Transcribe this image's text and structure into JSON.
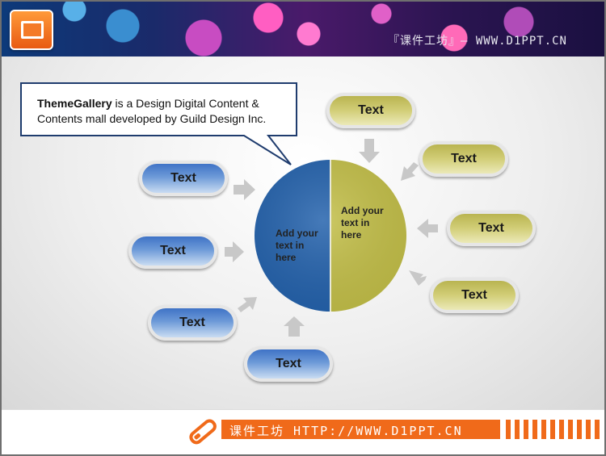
{
  "header": {
    "title": "『课件工坊』— WWW.D1PPT.CN"
  },
  "callout": {
    "brand": "ThemeGallery",
    "text": " is a Design Digital Content & Contents mall developed by Guild Design Inc."
  },
  "pie": {
    "left_label": "Add your text in here",
    "right_label": "Add your text in here",
    "colors": {
      "left": "#2563ad",
      "right": "#c4c04a"
    }
  },
  "left_items": [
    {
      "label": "Text"
    },
    {
      "label": "Text"
    },
    {
      "label": "Text"
    },
    {
      "label": "Text"
    }
  ],
  "right_items": [
    {
      "label": "Text"
    },
    {
      "label": "Text"
    },
    {
      "label": "Text"
    },
    {
      "label": "Text"
    }
  ],
  "footer": {
    "text": "课件工坊 HTTP://WWW.D1PPT.CN"
  },
  "colors": {
    "accent_orange": "#f06a1a",
    "callout_border": "#1f3c6e"
  }
}
